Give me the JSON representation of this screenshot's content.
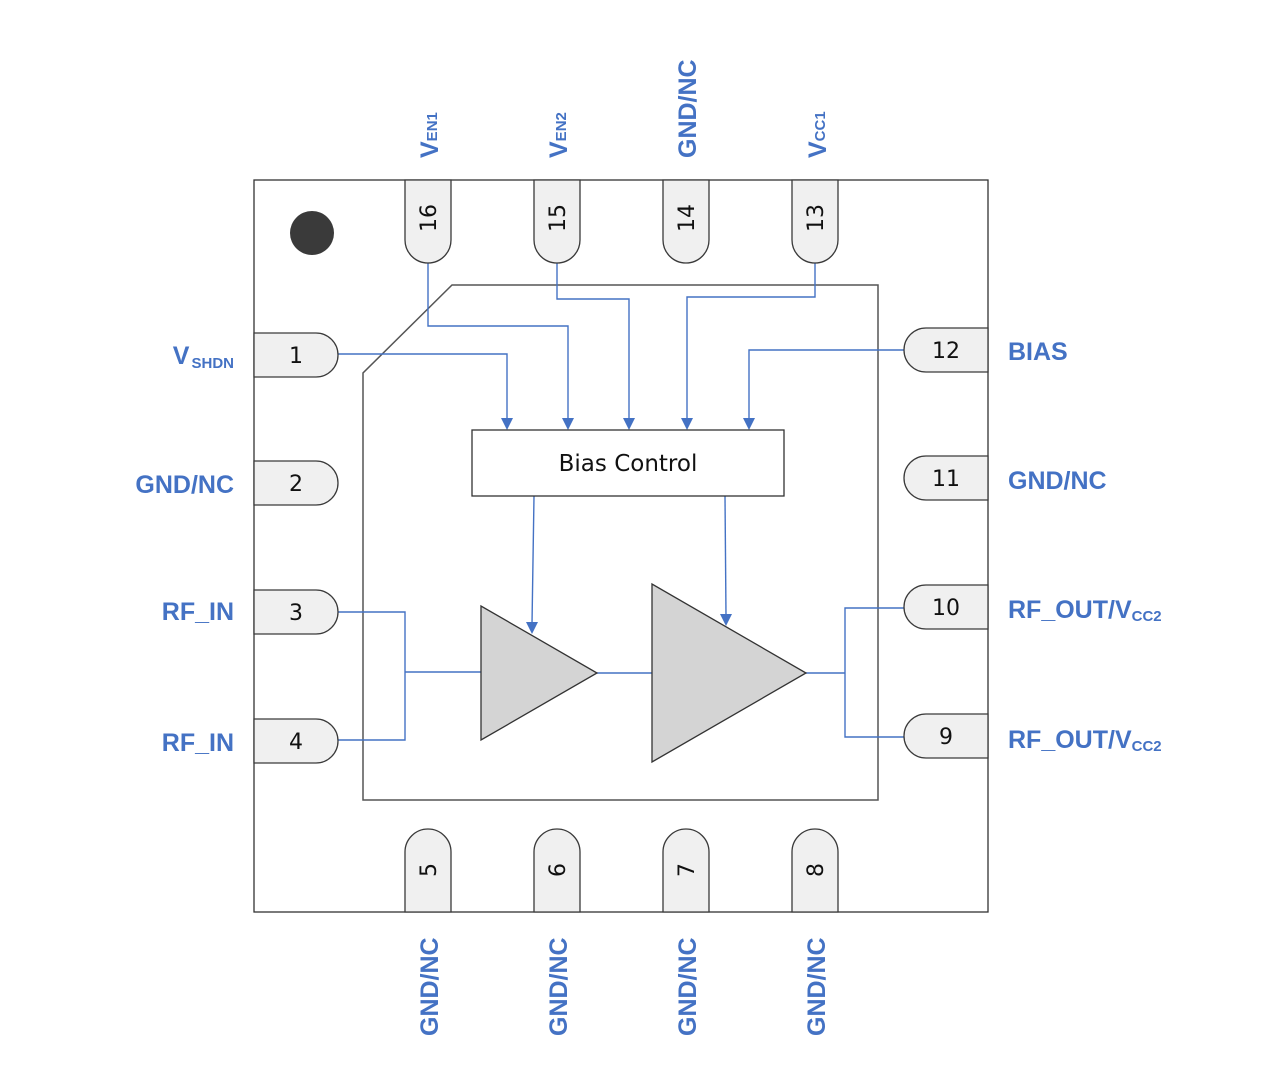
{
  "diagram": {
    "type": "IC pinout / block diagram",
    "package": {
      "pin1_marker": "dot",
      "pin_count": 16
    },
    "colors": {
      "label": "#4472c4",
      "wire": "#4472c4",
      "amplifier_fill": "#d4d4d4",
      "pin_fill": "#f0f0f0",
      "outline": "#333333",
      "marker": "#333333"
    },
    "blocks": {
      "bias_control": {
        "label": "Bias Control"
      },
      "amplifiers": [
        {
          "name": "stage-1-amplifier"
        },
        {
          "name": "stage-2-amplifier"
        }
      ]
    },
    "pins": {
      "left": [
        {
          "number": "1",
          "label_main": "V",
          "label_sub": "SHDN"
        },
        {
          "number": "2",
          "label_main": "GND/NC",
          "label_sub": ""
        },
        {
          "number": "3",
          "label_main": "RF_IN",
          "label_sub": ""
        },
        {
          "number": "4",
          "label_main": "RF_IN",
          "label_sub": ""
        }
      ],
      "bottom": [
        {
          "number": "5",
          "label_main": "GND/NC",
          "label_sub": ""
        },
        {
          "number": "6",
          "label_main": "GND/NC",
          "label_sub": ""
        },
        {
          "number": "7",
          "label_main": "GND/NC",
          "label_sub": ""
        },
        {
          "number": "8",
          "label_main": "GND/NC",
          "label_sub": ""
        }
      ],
      "right": [
        {
          "number": "12",
          "label_main": "BIAS",
          "label_sub": ""
        },
        {
          "number": "11",
          "label_main": "GND/NC",
          "label_sub": ""
        },
        {
          "number": "10",
          "label_main": "RF_OUT/V",
          "label_sub": "CC2"
        },
        {
          "number": "9",
          "label_main": "RF_OUT/V",
          "label_sub": "CC2"
        }
      ],
      "top": [
        {
          "number": "16",
          "label_main": "V",
          "label_sub": "EN1"
        },
        {
          "number": "15",
          "label_main": "V",
          "label_sub": "EN2"
        },
        {
          "number": "14",
          "label_main": "GND/NC",
          "label_sub": ""
        },
        {
          "number": "13",
          "label_main": "V",
          "label_sub": "CC1"
        }
      ]
    },
    "connections": [
      {
        "from": "pin-1",
        "to": "bias_control"
      },
      {
        "from": "pin-16",
        "to": "bias_control"
      },
      {
        "from": "pin-15",
        "to": "bias_control"
      },
      {
        "from": "pin-13",
        "to": "bias_control"
      },
      {
        "from": "pin-12",
        "to": "bias_control"
      },
      {
        "from": "bias_control",
        "to": "stage-1-amplifier"
      },
      {
        "from": "bias_control",
        "to": "stage-2-amplifier"
      },
      {
        "from": "pin-3",
        "to": "stage-1-amplifier"
      },
      {
        "from": "pin-4",
        "to": "stage-1-amplifier"
      },
      {
        "from": "stage-1-amplifier",
        "to": "stage-2-amplifier"
      },
      {
        "from": "stage-2-amplifier",
        "to": "pin-10"
      },
      {
        "from": "stage-2-amplifier",
        "to": "pin-9"
      }
    ]
  }
}
